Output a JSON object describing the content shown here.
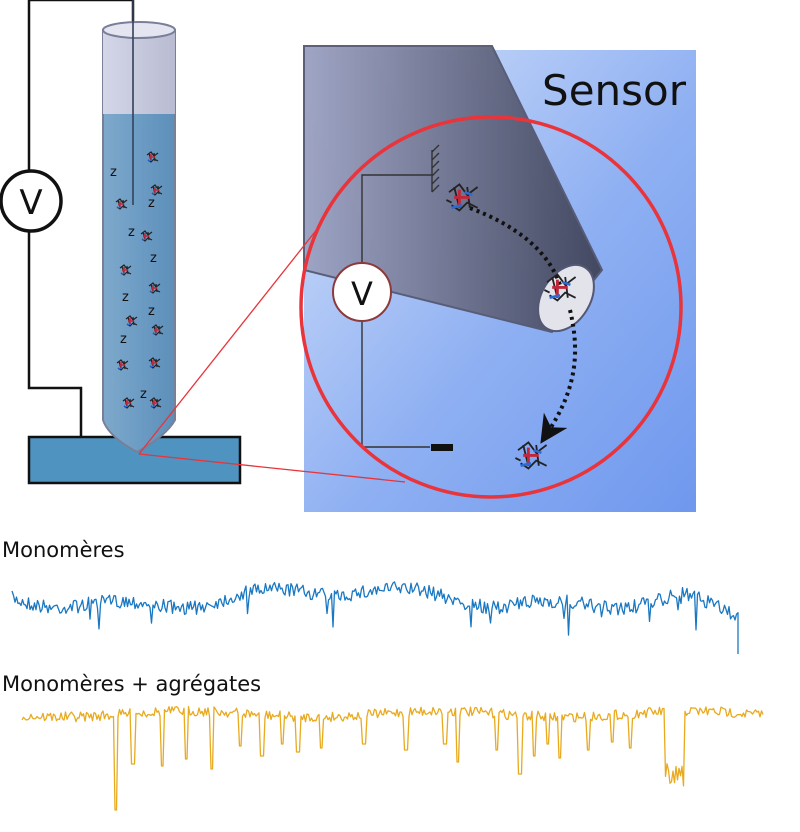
{
  "diagram": {
    "sensor_title": "Sensor",
    "voltmeter_symbol": "V",
    "molecule_glyph": "z"
  },
  "traces": {
    "monomers_label": "Monomères",
    "aggregates_label": "Monomères  + agrégates",
    "monomers_color": "#1a78c2",
    "aggregates_color": "#e8aa1e"
  },
  "colors": {
    "solution": "#5a9ac4",
    "pipette_glass": "#c9cbe0",
    "pipette_liquid": "#6a9fc6",
    "zoom_circle": "#e8343a",
    "sensor_panel": "#8fb4f6",
    "cone": "#6f7590"
  }
}
